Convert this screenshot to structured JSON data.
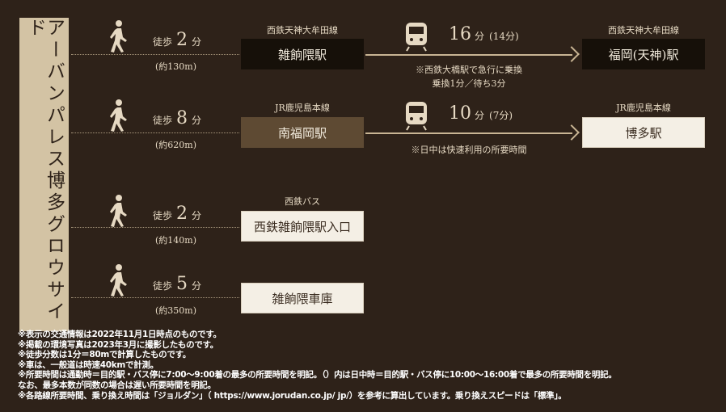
{
  "title": "アーバンパレス博多グロウサイド",
  "routes": [
    {
      "walk_prefix": "徒歩",
      "walk_min": "2",
      "walk_unit": "分",
      "distance": "(約130m)",
      "line_label": "西鉄天神大牟田線",
      "station": "雑餉隈駅",
      "train_time": "16",
      "train_unit": "分",
      "train_sub": "(14分)",
      "note_lines": [
        "※西鉄大橋駅で急行に乗換",
        "乗換1分／待ち3分"
      ],
      "dest_line_label": "西鉄天神大牟田線",
      "dest_station": "福岡(天神)駅"
    },
    {
      "walk_prefix": "徒歩",
      "walk_min": "8",
      "walk_unit": "分",
      "distance": "(約620m)",
      "line_label": "JR鹿児島本線",
      "station": "南福岡駅",
      "train_time": "10",
      "train_unit": "分",
      "train_sub": "(7分)",
      "note_lines": [
        "※日中は快速利用の所要時間"
      ],
      "dest_line_label": "JR鹿児島本線",
      "dest_station": "博多駅"
    },
    {
      "walk_prefix": "徒歩",
      "walk_min": "2",
      "walk_unit": "分",
      "distance": "(約140m)",
      "line_label": "西鉄バス",
      "station": "西鉄雑餉隈駅入口"
    },
    {
      "walk_prefix": "徒歩",
      "walk_min": "5",
      "walk_unit": "分",
      "distance": "(約350m)",
      "line_label": "",
      "station": "雑餉隈車庫"
    }
  ],
  "footnotes": [
    "※表示の交通情報は2022年11月1日時点のものです。",
    "※掲載の環境写真は2023年3月に撮影したものです。",
    "※徒歩分数は1分＝80mで計算したものです。",
    "※車は、一般道は時速40kmで計測。",
    "※所要時間は通勤時＝目的駅・バス停に7:00～9:00着の最多の所要時間を明記。（）内は日中時＝目的駅・バス停に10:00～16:00着で最多の所要時間を明記。",
    "なお、最多本数が同数の場合は遅い所要時間を明記。",
    "※各路線所要時間、乗り換え時間は「ジョルダン」（ https://www.jorudan.co.jp/ jp/）を参考に算出しています。乗り換えスピードは「標準」。"
  ],
  "colors": {
    "background": "#2e2219",
    "title_box": "#d3c3a4",
    "accent": "#c9b594"
  }
}
